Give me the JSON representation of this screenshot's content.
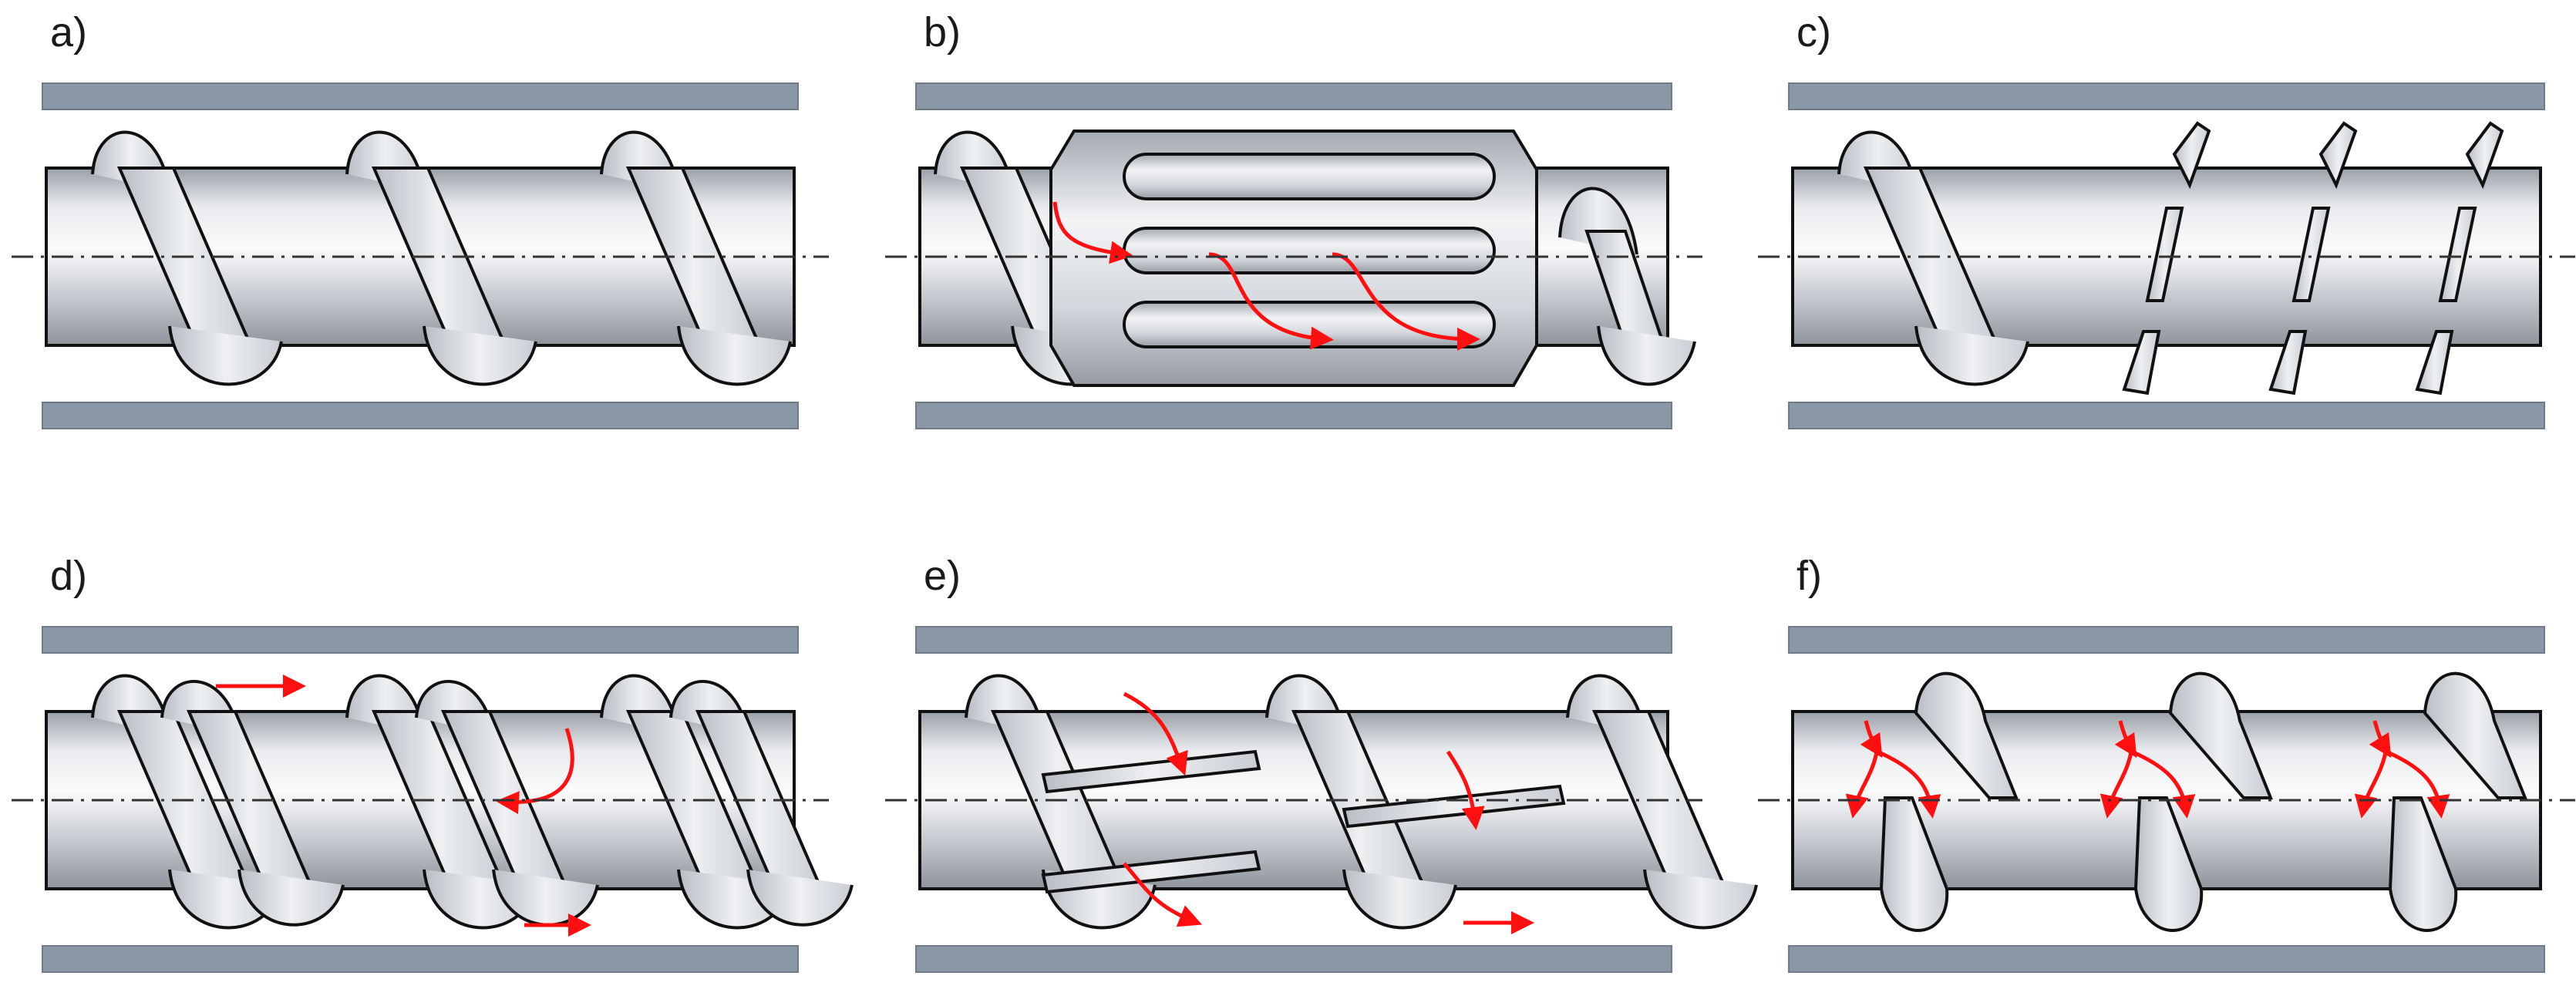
{
  "figure": {
    "panels": [
      {
        "id": "a",
        "label": "a)",
        "variant": "standard-flight"
      },
      {
        "id": "b",
        "label": "b)",
        "variant": "barrier-mixing-section"
      },
      {
        "id": "c",
        "label": "c)",
        "variant": "slotted-flight"
      },
      {
        "id": "d",
        "label": "d)",
        "variant": "double-flight"
      },
      {
        "id": "e",
        "label": "e)",
        "variant": "barrier-flight"
      },
      {
        "id": "f",
        "label": "f)",
        "variant": "interrupted-flight-mixing"
      }
    ],
    "colors": {
      "barrel": "#8a97a6",
      "barrel_edge": "#6f7b88",
      "shaft_light": "#f4f5f7",
      "shaft_dark": "#9aa0a8",
      "outline": "#111111",
      "flight_face": "#dfe2e6",
      "flow_arrow": "#ff0f0f",
      "centerline": "#333333"
    }
  }
}
